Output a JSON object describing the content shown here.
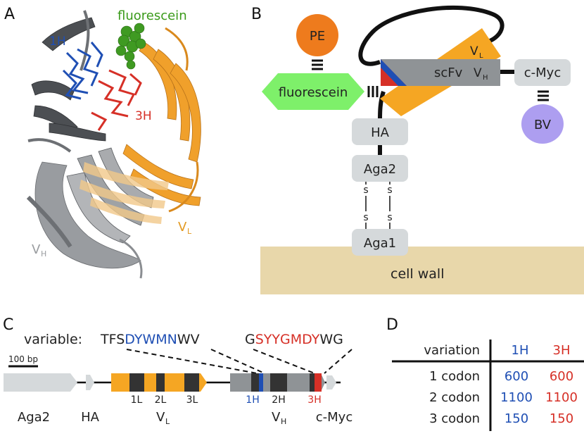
{
  "panels": {
    "A": "A",
    "B": "B",
    "C": "C",
    "D": "D"
  },
  "panelA": {
    "fluorescein": "fluorescein",
    "h1": "1H",
    "h3": "3H",
    "vl": "V",
    "vl_sub": "L",
    "vh": "V",
    "vh_sub": "H",
    "colors": {
      "fluorescein": "#3a9a1a",
      "h1": "#1f4fb4",
      "h3": "#d63027",
      "vl": "#f0a02b",
      "vh": "#8f9296"
    }
  },
  "panelB": {
    "pe": "PE",
    "fluorescein": "fluorescein",
    "scfv": "scFv",
    "vh": "V",
    "vh_sub": "H",
    "vl": "V",
    "vl_sub": "L",
    "cmyc": "c-Myc",
    "bv": "BV",
    "ha": "HA",
    "aga2": "Aga2",
    "aga1": "Aga1",
    "cell_wall": "cell wall",
    "s": "s",
    "colors": {
      "pe": "#ee7b1d",
      "fluorescein": "#7ef06a",
      "bv": "#ad9ef0",
      "box": "#d5d9db",
      "scfv": "#8f9396",
      "vl": "#f5a623",
      "cellwall": "#e8d7aa"
    }
  },
  "panelC": {
    "variable_label": "variable:",
    "seq1": {
      "pre": "TFS",
      "var": "DYWMN",
      "post": "WV"
    },
    "seq2": {
      "pre": "G",
      "var": "SYYGMDY",
      "post": "WG"
    },
    "scale": "100 bp",
    "labels": {
      "aga2": "Aga2",
      "ha": "HA",
      "vl": "V",
      "vl_sub": "L",
      "vh": "V",
      "vh_sub": "H",
      "cmyc": "c-Myc",
      "l1": "1L",
      "l2": "2L",
      "l3": "3L",
      "h1": "1H",
      "h2": "2H",
      "h3": "3H"
    }
  },
  "panelD": {
    "header": {
      "col0": "variation",
      "col1": "1H",
      "col2": "3H"
    },
    "rows": [
      {
        "label": "1 codon",
        "h1": "600",
        "h3": "600"
      },
      {
        "label": "2 codon",
        "h1": "1100",
        "h3": "1100"
      },
      {
        "label": "3 codon",
        "h1": "150",
        "h3": "150"
      }
    ],
    "colors": {
      "h1": "#1f4fb4",
      "h3": "#d63027"
    }
  }
}
